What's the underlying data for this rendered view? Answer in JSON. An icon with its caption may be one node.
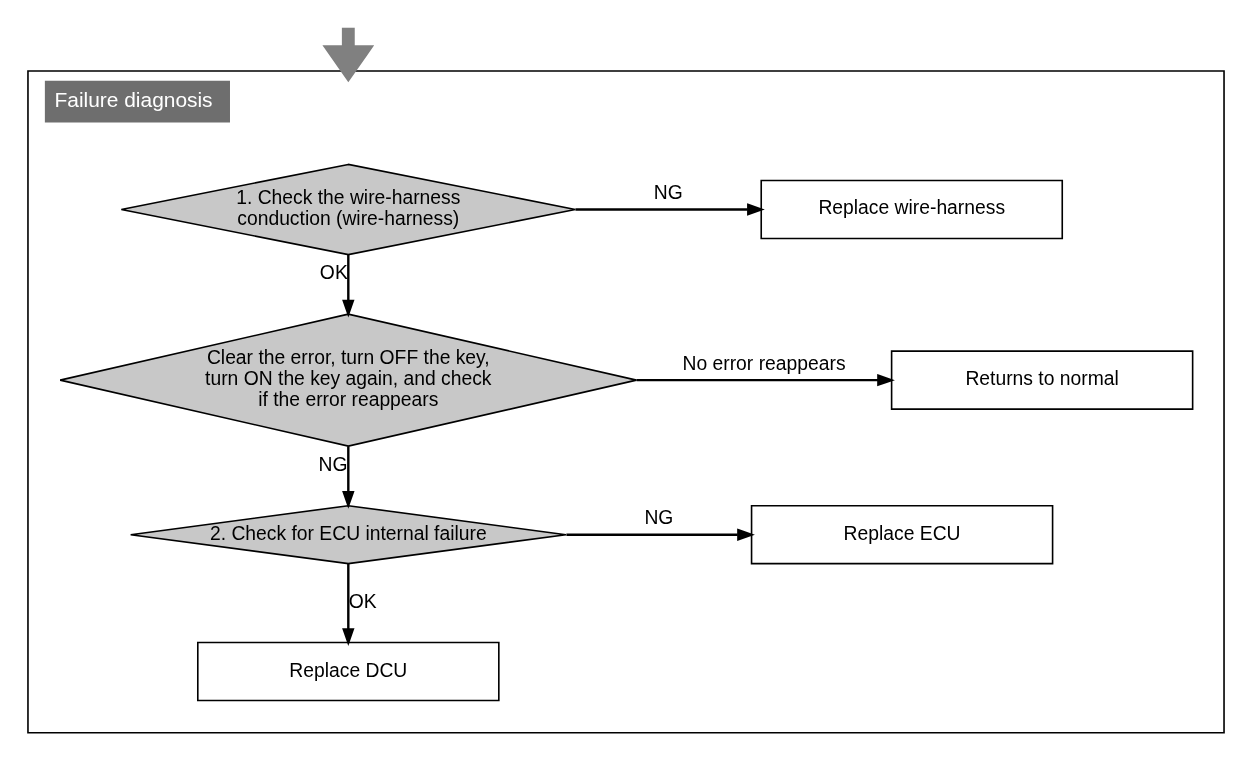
{
  "diagram": {
    "nodes": [
      {
        "text": [
          "Failure diagnosis"
        ]
      },
      {
        "text": [
          "1. Check the wire-harness conduction (wire-harness)"
        ],
        "in": 0
      },
      {
        "text": [
          "Replace wire-harness"
        ],
        "in": 0
      },
      {
        "text": [
          "Clear the error, turn OFF the key, turn ON the key again, and check if the error reappears"
        ],
        "in": 0
      },
      {
        "text": [
          "Returns to normal"
        ],
        "in": 0
      },
      {
        "text": [
          "2. Check for ECU internal failure"
        ],
        "in": 0
      },
      {
        "text": [
          "Replace ECU"
        ],
        "in": 0
      },
      {
        "text": [
          "Replace DCU"
        ],
        "in": 0
      }
    ],
    "edges": [
      {
        "from": null,
        "to": 0,
        "arrow": "to",
        "style": "thick",
        "color": "#808080"
      },
      {
        "from": 1,
        "to": 2,
        "arrow": "to",
        "label": "NG"
      },
      {
        "from": 1,
        "to": 3,
        "arrow": "to",
        "label": "OK"
      },
      {
        "from": 3,
        "to": 4,
        "arrow": "to",
        "label": "No error reappears"
      },
      {
        "from": 3,
        "to": 5,
        "arrow": "to",
        "label": "NG"
      },
      {
        "from": 5,
        "to": 6,
        "arrow": "to",
        "label": "NG"
      },
      {
        "from": 5,
        "to": 7,
        "arrow": "to",
        "label": "OK"
      }
    ]
  }
}
